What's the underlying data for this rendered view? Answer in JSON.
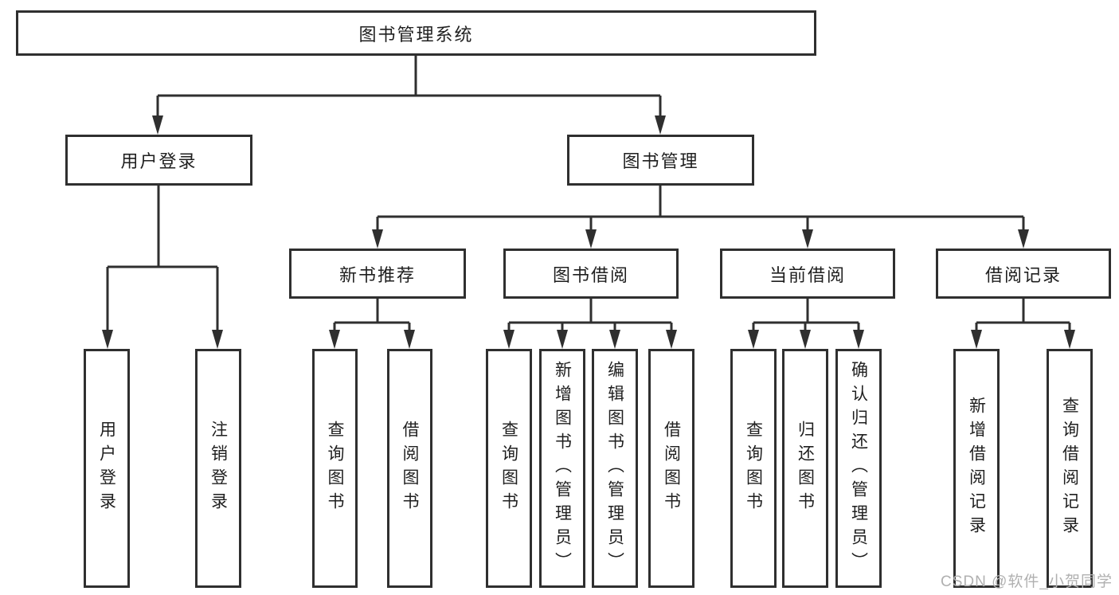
{
  "diagram": {
    "root": {
      "label": "图书管理系统"
    },
    "branches": [
      {
        "label": "用户登录",
        "leaves": [
          {
            "label": "用户登录"
          },
          {
            "label": "注销登录"
          }
        ]
      },
      {
        "label": "图书管理",
        "groups": [
          {
            "label": "新书推荐",
            "leaves": [
              {
                "label": "查询图书"
              },
              {
                "label": "借阅图书"
              }
            ]
          },
          {
            "label": "图书借阅",
            "leaves": [
              {
                "label": "查询图书"
              },
              {
                "label": "新增图书（管理员）"
              },
              {
                "label": "编辑图书（管理员）"
              },
              {
                "label": "借阅图书"
              }
            ]
          },
          {
            "label": "当前借阅",
            "leaves": [
              {
                "label": "查询图书"
              },
              {
                "label": "归还图书"
              },
              {
                "label": "确认归还（管理员）"
              }
            ]
          },
          {
            "label": "借阅记录",
            "leaves": [
              {
                "label": "新增借阅记录"
              },
              {
                "label": "查询借阅记录"
              }
            ]
          }
        ]
      }
    ]
  },
  "watermark": {
    "text": "CSDN @软件_小贺同学"
  },
  "colors": {
    "line": "#2f2f2f",
    "box_border": "#2f2f2f",
    "box_fill": "#ffffff",
    "text": "#1f1f1f",
    "watermark": "#b0b0b0",
    "background": "#ffffff"
  }
}
